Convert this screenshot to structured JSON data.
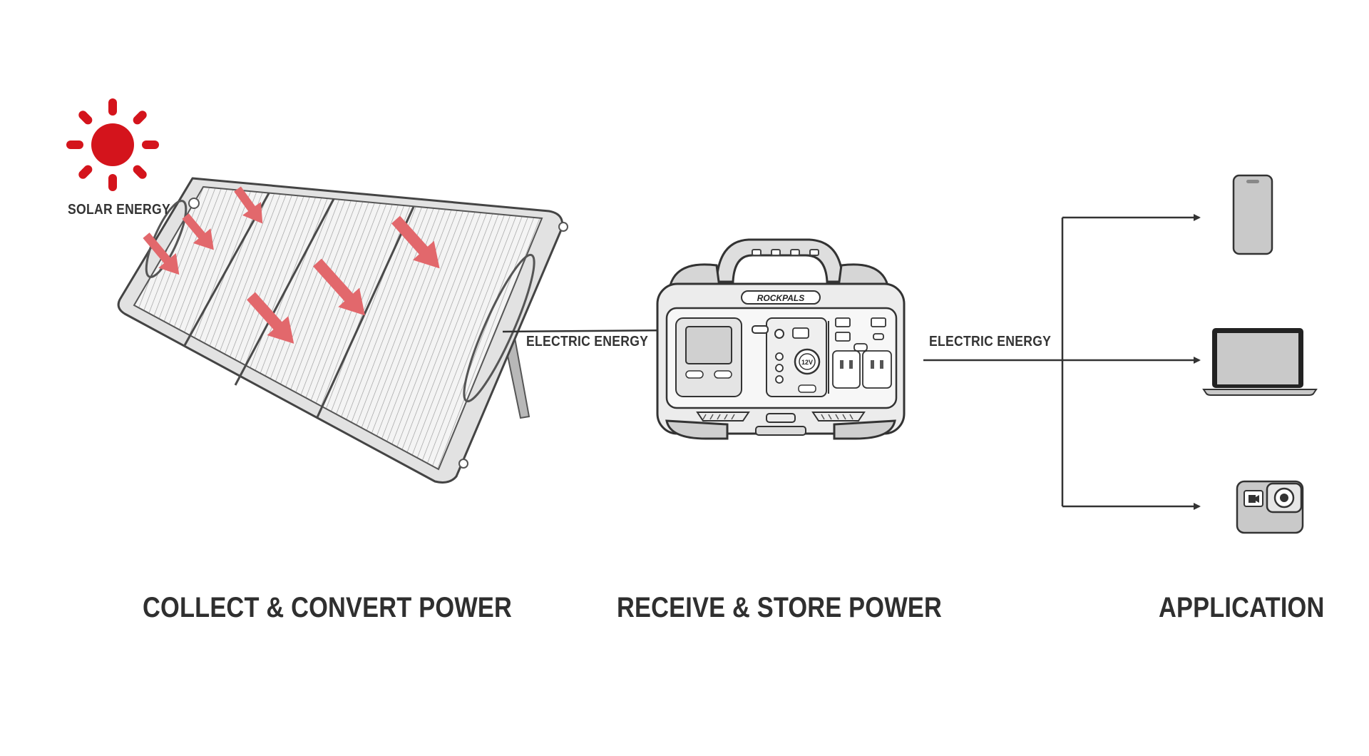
{
  "labels": {
    "solar_energy": "SOLAR ENERGY",
    "electric_energy_left": "ELECTRIC ENERGY",
    "electric_energy_right": "ELECTRIC ENERGY",
    "brand": "ROCKPALS",
    "outlet_12v": "12V"
  },
  "stages": {
    "collect": "COLLECT & CONVERT POWER",
    "store": "RECEIVE & STORE POWER",
    "application": "APPLICATION"
  },
  "colors": {
    "sun": "#d4141c",
    "ray_arrow": "#e2686c",
    "outline": "#3a3a3a",
    "device_fill": "#c9c9c9",
    "text": "#333333"
  },
  "icons": [
    "sun-icon",
    "solar-panel",
    "power-station",
    "smartphone-icon",
    "laptop-icon",
    "action-camera-icon"
  ]
}
